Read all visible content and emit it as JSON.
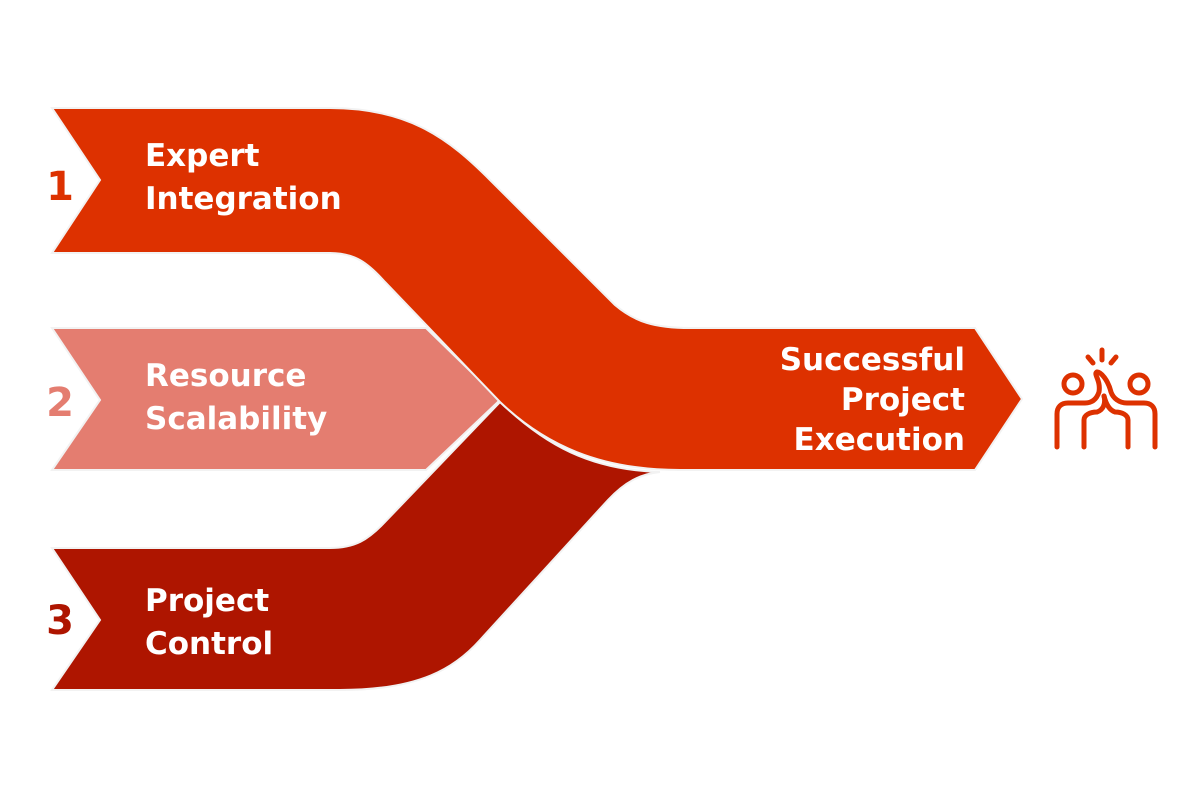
{
  "colors": {
    "band1": "#DD3100",
    "band2": "#E47D70",
    "band3": "#AE1500",
    "icon": "#DD3100"
  },
  "inputs": [
    {
      "number": "1",
      "line1": "Expert",
      "line2": "Integration"
    },
    {
      "number": "2",
      "line1": "Resource",
      "line2": "Scalability"
    },
    {
      "number": "3",
      "line1": "Project",
      "line2": "Control"
    }
  ],
  "outcome": {
    "line1": "Successful",
    "line2": "Project",
    "line3": "Execution"
  },
  "icon": "high-five-icon"
}
